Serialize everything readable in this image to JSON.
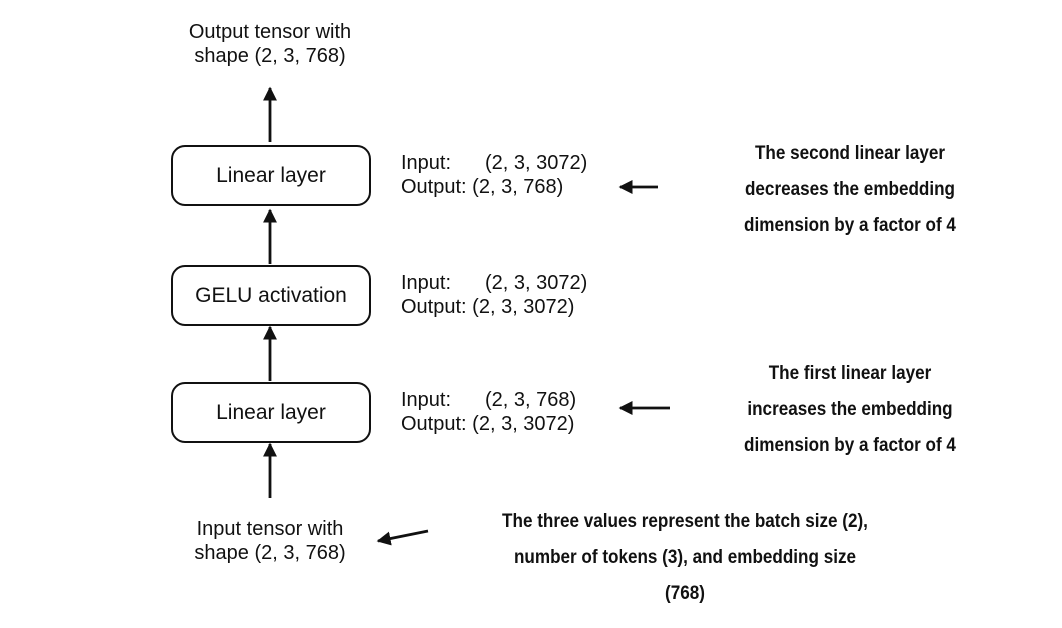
{
  "output_label": [
    "Output tensor with",
    "shape (2, 3, 768)"
  ],
  "input_label": [
    "Input tensor with",
    "shape (2, 3, 768)"
  ],
  "layers": [
    {
      "name": "Linear layer",
      "input_key": "Input:",
      "input_value": "(2, 3, 3072)",
      "output_key": "Output:",
      "output_value": "(2, 3, 768)"
    },
    {
      "name": "GELU activation",
      "input_key": "Input:",
      "input_value": "(2, 3, 3072)",
      "output_key": "Output:",
      "output_value": "(2, 3, 3072)"
    },
    {
      "name": "Linear layer",
      "input_key": "Input:",
      "input_value": "(2, 3, 768)",
      "output_key": "Output:",
      "output_value": "(2, 3, 3072)"
    }
  ],
  "annotations": {
    "second_linear": [
      "The second linear layer",
      "decreases the embedding",
      "dimension by a factor of 4"
    ],
    "first_linear": [
      "The first linear layer",
      "increases the embedding",
      "dimension by a factor of 4"
    ],
    "input_shape": [
      "The three values represent the batch size (2),",
      "number of tokens (3), and embedding size",
      "(768)"
    ]
  }
}
